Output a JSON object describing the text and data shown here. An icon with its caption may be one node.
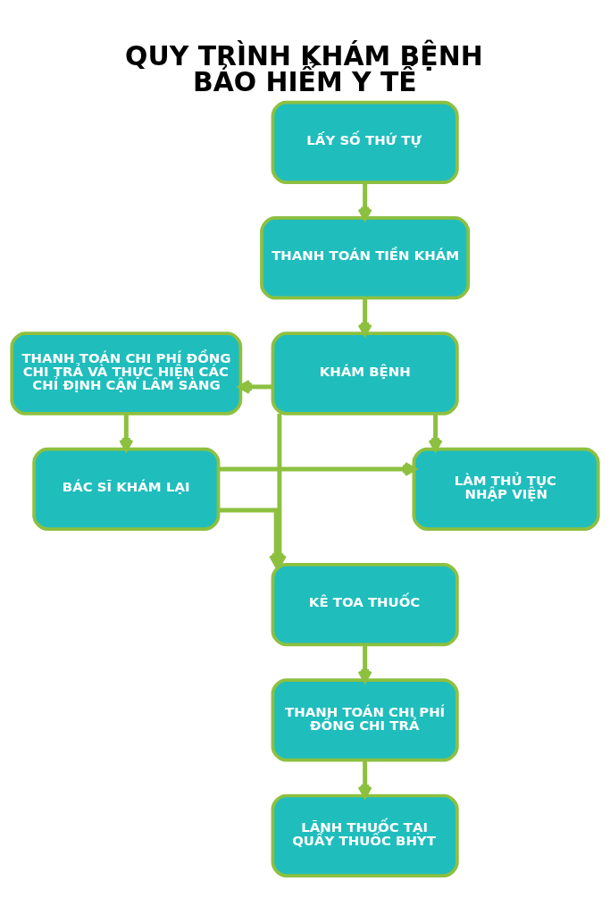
{
  "diagram": {
    "title": "QUY TRÌNH KHÁM BỆNH BẢO HIỂM Y TẾ",
    "nodes": [
      {
        "text": [
          "LẤY SỐ THỨ TỰ"
        ]
      },
      {
        "text": [
          "THANH TOÁN TIỀN KHÁM"
        ]
      },
      {
        "text": [
          "THANH TOÁN CHI PHÍ ĐỒNG CHI TRẢ VÀ THỰC HIỆN CÁC CHỈ ĐỊNH CẬN LÂM SÀNG"
        ]
      },
      {
        "text": [
          "KHÁM BỆNH"
        ]
      },
      {
        "text": [
          "BÁC SĨ KHÁM LẠI"
        ]
      },
      {
        "text": [
          "LÀM THỦ TỤC NHẬP VIỆN"
        ]
      },
      {
        "text": [
          "KÊ TOA THUỐC"
        ]
      },
      {
        "text": [
          "THANH TOÁN CHI PHÍ ĐỒNG CHI TRẢ"
        ]
      },
      {
        "text": [
          "LÃNH THUỐC TẠI QUẦY THUỐC BHYT"
        ]
      }
    ],
    "edges": [
      {
        "from": 0,
        "to": 1,
        "arrow": "to"
      },
      {
        "from": 1,
        "to": 3,
        "arrow": "to"
      },
      {
        "from": 3,
        "to": 2,
        "arrow": "to"
      },
      {
        "from": 3,
        "to": 5,
        "arrow": "to"
      },
      {
        "from": 3,
        "to": 6,
        "arrow": "to"
      },
      {
        "from": 2,
        "to": 4,
        "arrow": "to"
      },
      {
        "from": 4,
        "to": 5,
        "arrow": "to"
      },
      {
        "from": 4,
        "to": 6,
        "arrow": "to"
      },
      {
        "from": 6,
        "to": 7,
        "arrow": "to"
      },
      {
        "from": 7,
        "to": 8,
        "arrow": "to"
      }
    ]
  }
}
